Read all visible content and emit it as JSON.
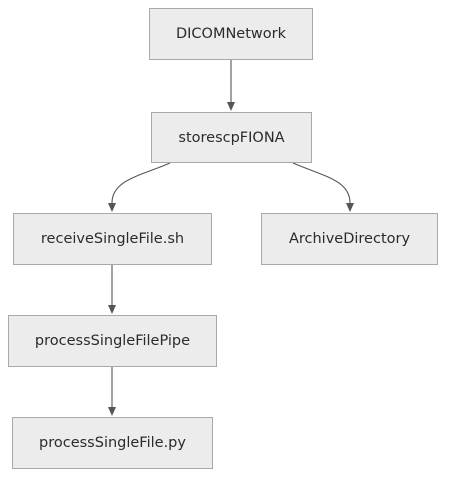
{
  "diagram": {
    "nodes": {
      "dicom_network": "DICOMNetwork",
      "storescp": "storescpFIONA",
      "receive": "receiveSingleFile.sh",
      "archive": "ArchiveDirectory",
      "pipe": "processSingleFilePipe",
      "process_py": "processSingleFile.py"
    },
    "edges": [
      {
        "from": "DICOMNetwork",
        "to": "storescpFIONA"
      },
      {
        "from": "storescpFIONA",
        "to": "receiveSingleFile.sh"
      },
      {
        "from": "storescpFIONA",
        "to": "ArchiveDirectory"
      },
      {
        "from": "receiveSingleFile.sh",
        "to": "processSingleFilePipe"
      },
      {
        "from": "processSingleFilePipe",
        "to": "processSingleFile.py"
      }
    ]
  },
  "colors": {
    "node_fill": "#ececec",
    "node_border": "#a9a9a9",
    "edge": "#555555",
    "text": "#2b2b2b"
  }
}
